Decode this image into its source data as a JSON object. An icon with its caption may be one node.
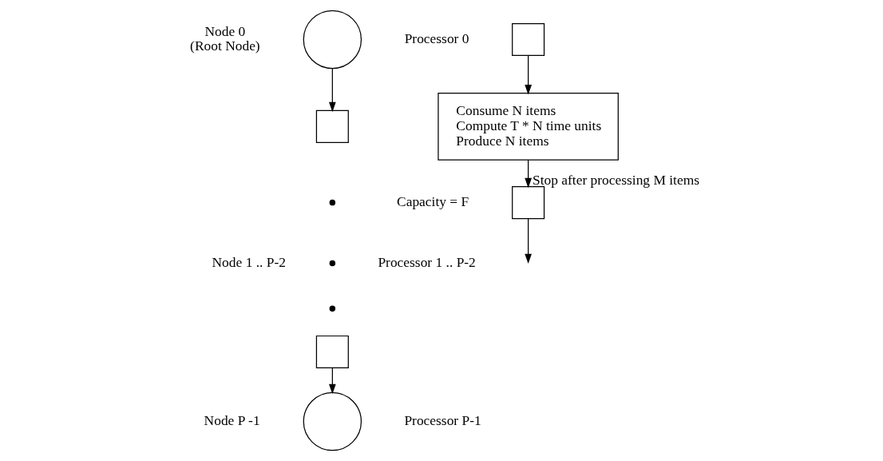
{
  "diagram": {
    "nodes": [
      {
        "text": [],
        "shape": "circle",
        "beside": [
          "Node 0",
          "(Root Node)",
          "Processor 0"
        ]
      },
      {
        "text": [],
        "shape": "box"
      },
      {
        "text": [],
        "shape": "box"
      },
      {
        "text": [],
        "shape": "circle",
        "beside": [
          "Node P -1",
          "Processor P-1"
        ]
      },
      {
        "text": [],
        "shape": "box"
      },
      {
        "text": [
          "Consume N items",
          "Compute T * N time units",
          "Produce N items"
        ]
      },
      {
        "text": [],
        "shape": "box",
        "beside": [
          "Capacity = F"
        ]
      }
    ],
    "edges": [
      {
        "from": 0,
        "to": 1,
        "arrow": "to"
      },
      {
        "from": 2,
        "to": 3,
        "arrow": "to"
      },
      {
        "from": 4,
        "to": 5,
        "arrow": "to"
      },
      {
        "from": 5,
        "to": 6,
        "arrow": "to",
        "label": "Stop after processing M items"
      },
      {
        "from": 6,
        "to": null,
        "arrow": "to"
      }
    ],
    "labels": [
      "Node 1 .. P-2",
      "Processor 1 .. P-2"
    ]
  }
}
